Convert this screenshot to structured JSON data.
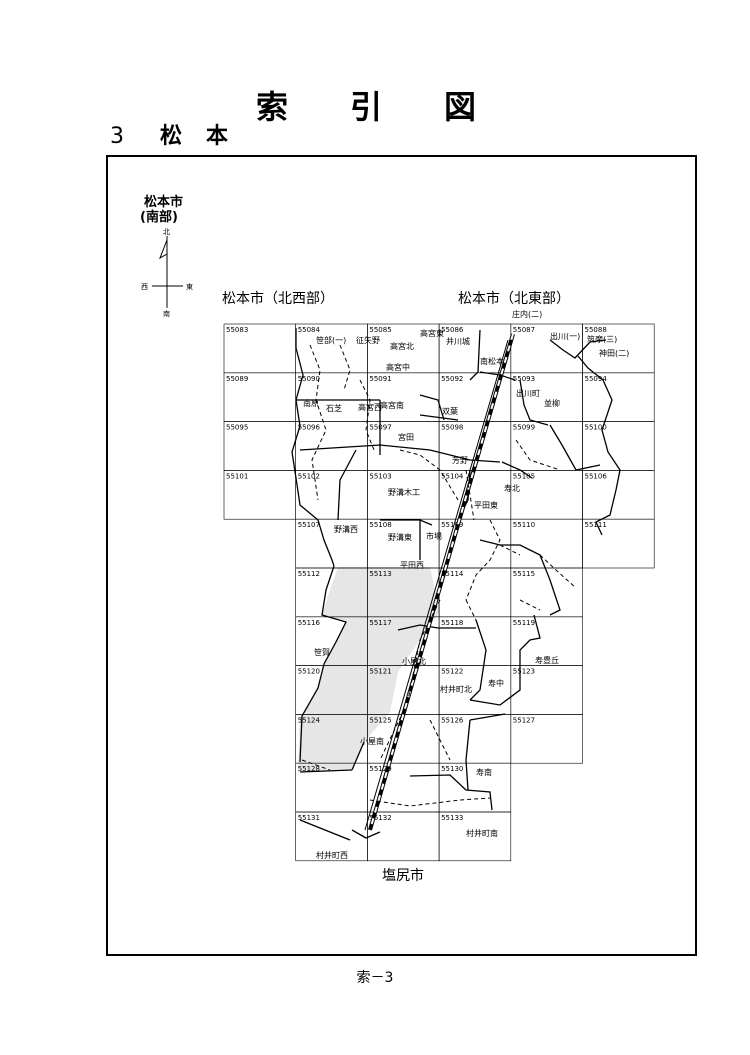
{
  "title_chars": [
    "索",
    "引",
    "図"
  ],
  "subtitle": {
    "number": "3",
    "name_a": "松",
    "name_b": "本"
  },
  "legend": {
    "title_line1": "松本市",
    "title_line2": "(南部)",
    "north": "北",
    "south": "南",
    "east": "東",
    "west": "西"
  },
  "region_labels": {
    "northwest": "松本市（北西部）",
    "northeast": "松本市（北東部）",
    "south": "塩尻市"
  },
  "sheets": [
    "55083",
    "55084",
    "55085",
    "55086",
    "55087",
    "55088",
    "55089",
    "55090",
    "55091",
    "55092",
    "55093",
    "55094",
    "55095",
    "55096",
    "55097",
    "55098",
    "55099",
    "55100",
    "55101",
    "55102",
    "55103",
    "55104",
    "55105",
    "55106",
    "55107",
    "55108",
    "55109",
    "55110",
    "55111",
    "55112",
    "55113",
    "55114",
    "55115",
    "55116",
    "55117",
    "55118",
    "55119",
    "55120",
    "55121",
    "55122",
    "55123",
    "55124",
    "55125",
    "55126",
    "55127",
    "55128",
    "55129",
    "55130",
    "55131",
    "55132",
    "55133"
  ],
  "place_names": [
    "庄内(二)",
    "筑摩(三)",
    "神田(二)",
    "出川(一)",
    "井川城",
    "笹部(一)",
    "征矢野",
    "高宮北",
    "高宮東",
    "高宮中",
    "南松本",
    "出川町",
    "並柳",
    "双葉",
    "南原",
    "石芝",
    "高宮西",
    "高宮南",
    "宮田",
    "芳野",
    "野溝木工",
    "平田東",
    "寿北",
    "野溝西",
    "野溝東",
    "市場",
    "平田西",
    "寿豊丘",
    "笹賀",
    "小屋北",
    "村井町北",
    "寿中",
    "小屋南",
    "寿南",
    "村井町南",
    "村井町西"
  ],
  "footer": "索－3"
}
